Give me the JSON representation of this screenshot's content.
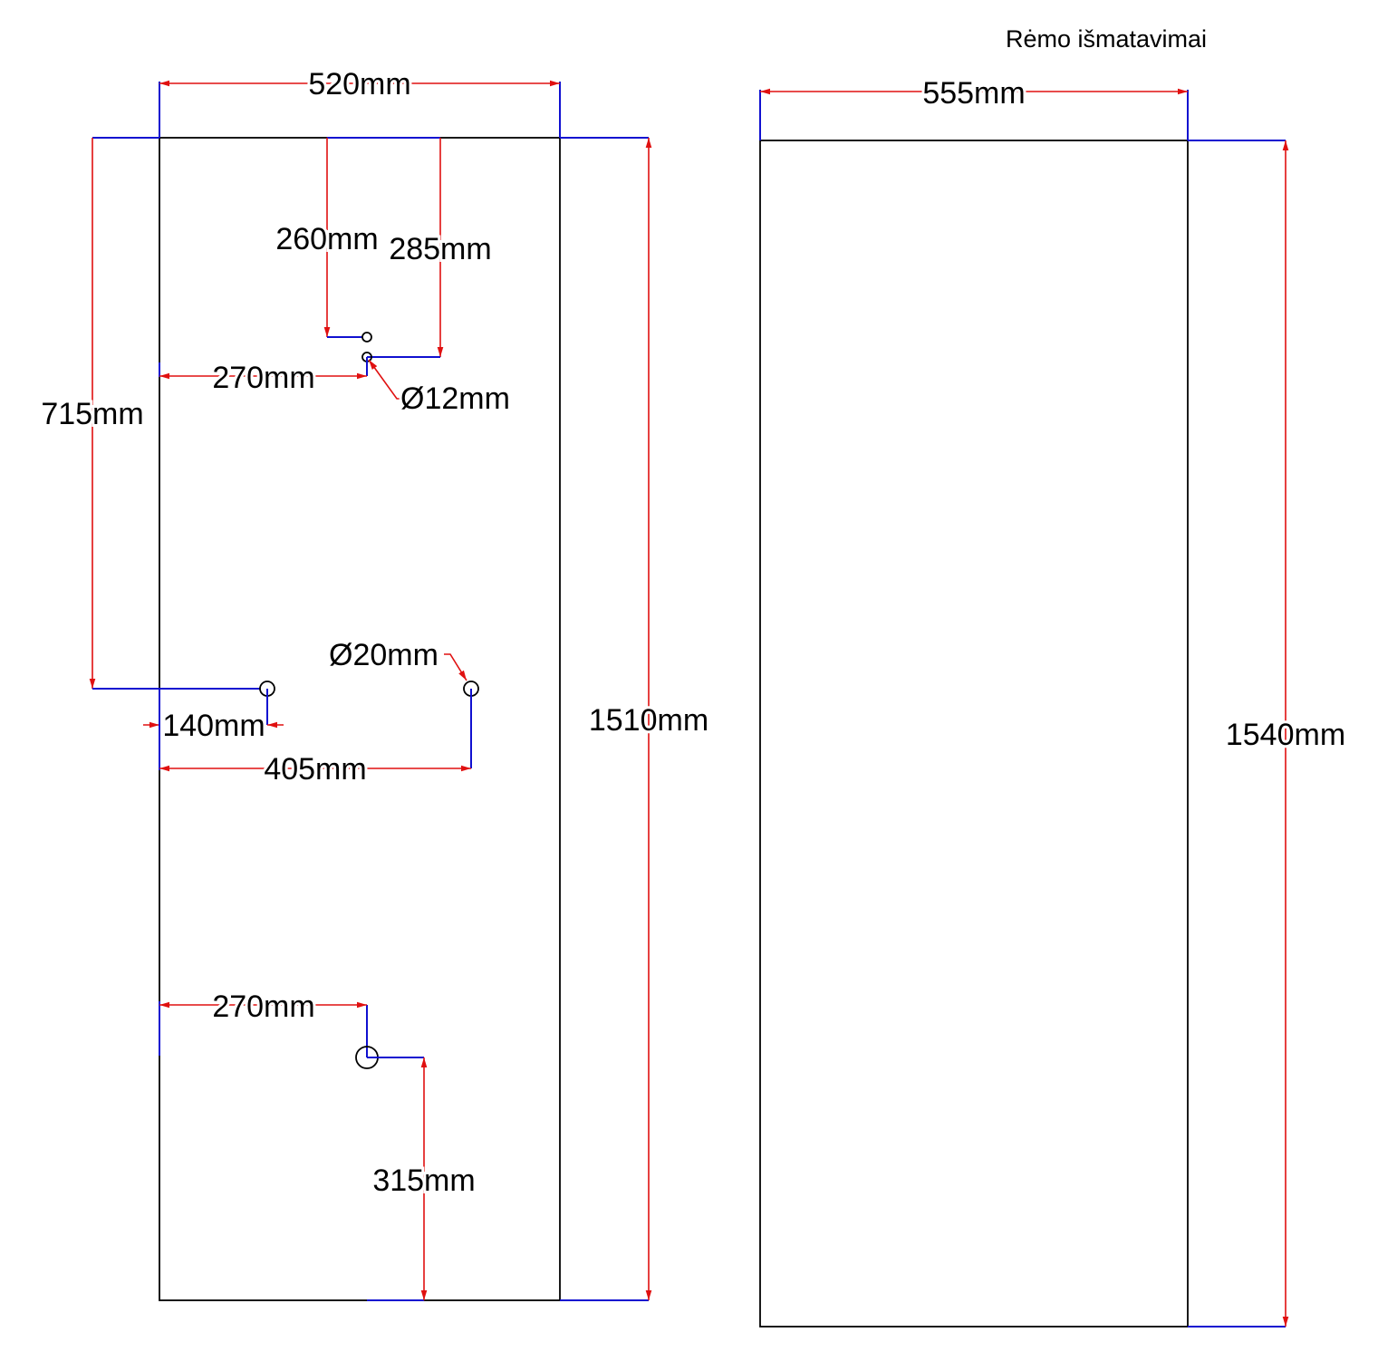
{
  "title": "Rėmo išmatavimai",
  "panel": {
    "width": "520mm",
    "height": "1510mm",
    "hole_top_1_from_top": "260mm",
    "hole_top_2_from_top": "285mm",
    "hole_top_from_left": "270mm",
    "hole_small_diameter": "Ø12mm",
    "holes_mid_from_top": "715mm",
    "hole_mid_left_from_left": "140mm",
    "hole_mid_right_from_left": "405mm",
    "hole_mid_diameter": "Ø20mm",
    "hole_bottom_from_left": "270mm",
    "hole_bottom_from_bottom": "315mm"
  },
  "frame": {
    "width": "555mm",
    "height": "1540mm"
  },
  "colors": {
    "dimension": "#e01010",
    "extension": "#1010d0",
    "outline": "#000000"
  }
}
